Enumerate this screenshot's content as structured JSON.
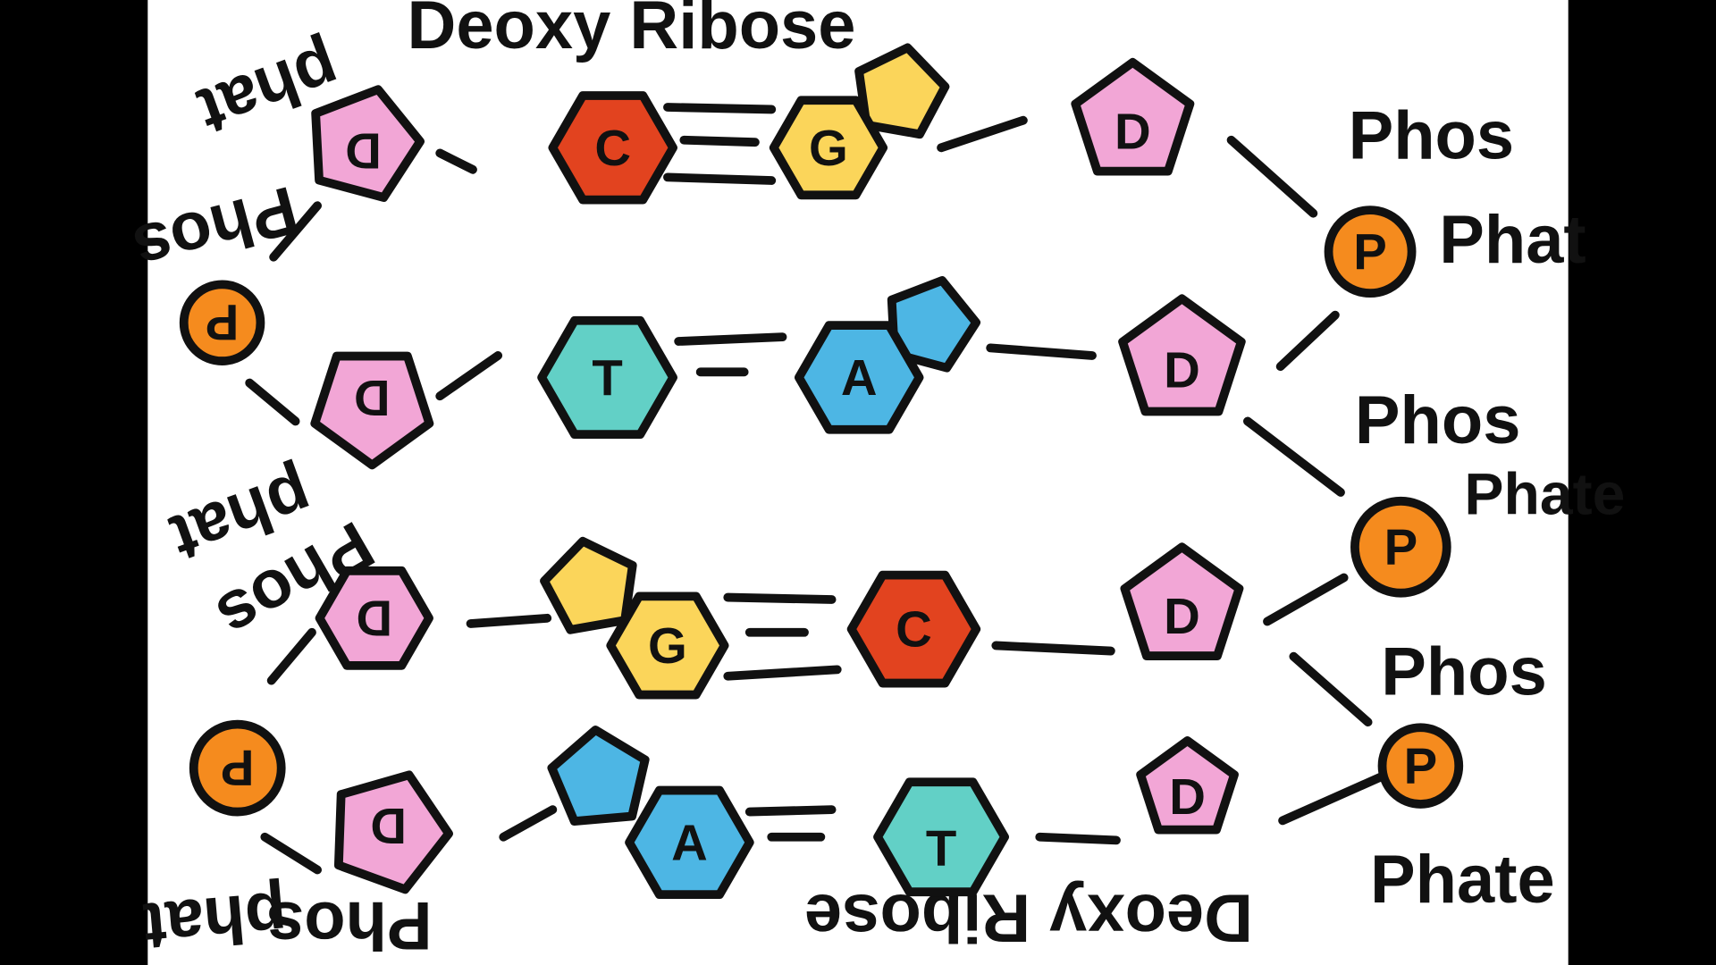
{
  "colors": {
    "deoxyribose": "#f2a6d6",
    "phosphate": "#f58b1e",
    "cytosine": "#e2431f",
    "guanine": "#fbd55a",
    "thymine": "#62d0c6",
    "adenine": "#4db6e4",
    "ink": "#111111"
  },
  "labels": {
    "top_title": "Deoxy Ribose",
    "bottom_title": "Deoxy Ribose",
    "left": [
      {
        "line1": "Phos",
        "line2": "phat"
      },
      {
        "line1": "Phos",
        "line2": "phat"
      },
      {
        "line1": "Phos",
        "line2": "phat"
      }
    ],
    "right": [
      {
        "line1": "Phos",
        "line2": "Phat"
      },
      {
        "line1": "Phos",
        "line2": "Phate"
      },
      {
        "line1": "Phos",
        "line2": "Phate"
      }
    ]
  },
  "rows": [
    {
      "left_sugar": "D",
      "base1": "C",
      "bond": "triple",
      "base2": "G",
      "right_sugar": "D"
    },
    {
      "left_sugar": "D",
      "base1": "T",
      "bond": "double",
      "base2": "A",
      "right_sugar": "D"
    },
    {
      "left_sugar": "D",
      "base1": "G",
      "bond": "triple",
      "base2": "C",
      "right_sugar": "D"
    },
    {
      "left_sugar": "D",
      "base1": "A",
      "bond": "double",
      "base2": "T",
      "right_sugar": "D"
    }
  ],
  "phosphates": {
    "left": [
      "P",
      "P"
    ],
    "right": [
      "P",
      "P",
      "P"
    ]
  }
}
